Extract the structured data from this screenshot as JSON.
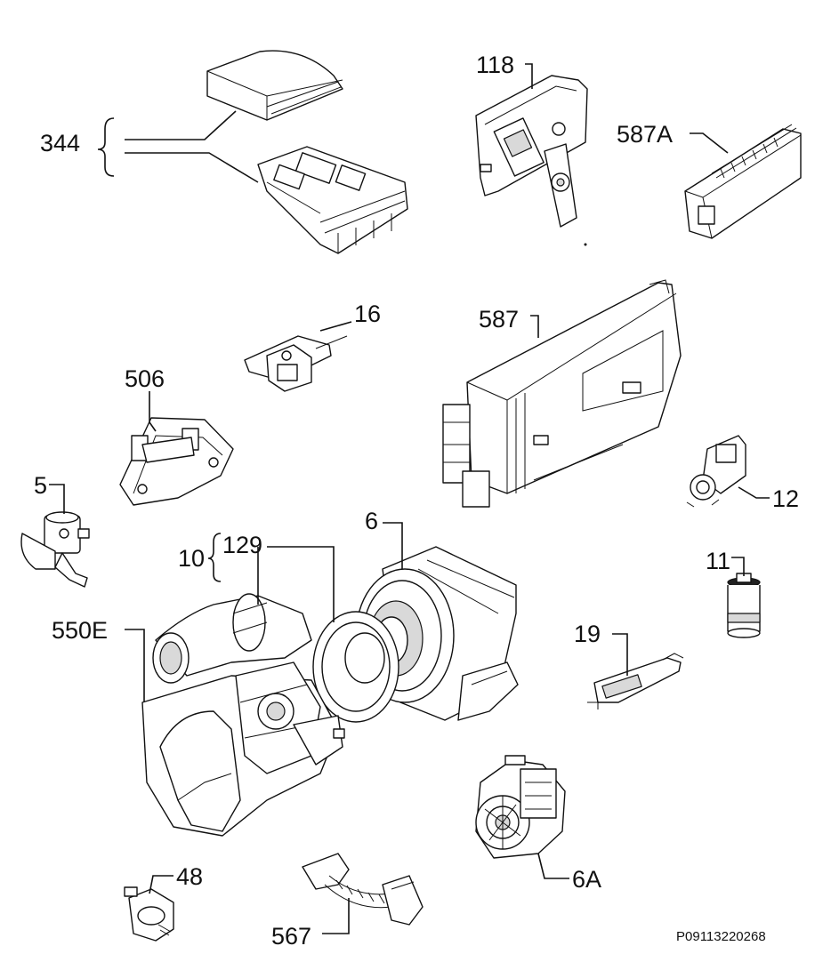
{
  "diagram": {
    "drawing_code": "P09113220268",
    "labels": {
      "p344": "344",
      "p118": "118",
      "p587A": "587A",
      "p16": "16",
      "p587": "587",
      "p506": "506",
      "p5": "5",
      "p12": "12",
      "p10": "10",
      "p129": "129",
      "p6": "6",
      "p11": "11",
      "p550E": "550E",
      "p19": "19",
      "p48": "48",
      "p6A": "6A",
      "p567": "567"
    }
  }
}
